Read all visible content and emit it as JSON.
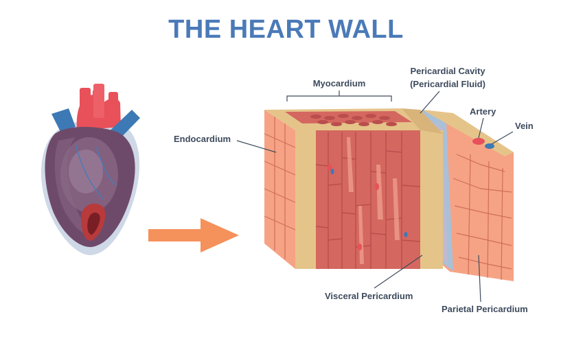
{
  "title": "THE HEART WALL",
  "labels": {
    "myocardium": "Myocardium",
    "pericardial_cavity_line1": "Pericardial Cavity",
    "pericardial_cavity_line2": "(Pericardial Fluid)",
    "artery": "Artery",
    "vein": "Vein",
    "endocardium": "Endocardium",
    "visceral_pericardium": "Visceral Pericardium",
    "parietal_pericardium": "Parietal Pericardium"
  },
  "colors": {
    "title": "#4a7ab8",
    "label": "#3d4a5c",
    "arrow": "#f5915a",
    "muscle": "#d4675f",
    "muscle_dark": "#b94e4c",
    "cells": "#f6a385",
    "cell_lines": "#cf6e5a",
    "pericardium": "#e5c48a",
    "cavity": "#a8c0d8",
    "heart_body": "#6e4a6a",
    "aorta": "#e8505a",
    "vessel_blue": "#3d79b5"
  }
}
